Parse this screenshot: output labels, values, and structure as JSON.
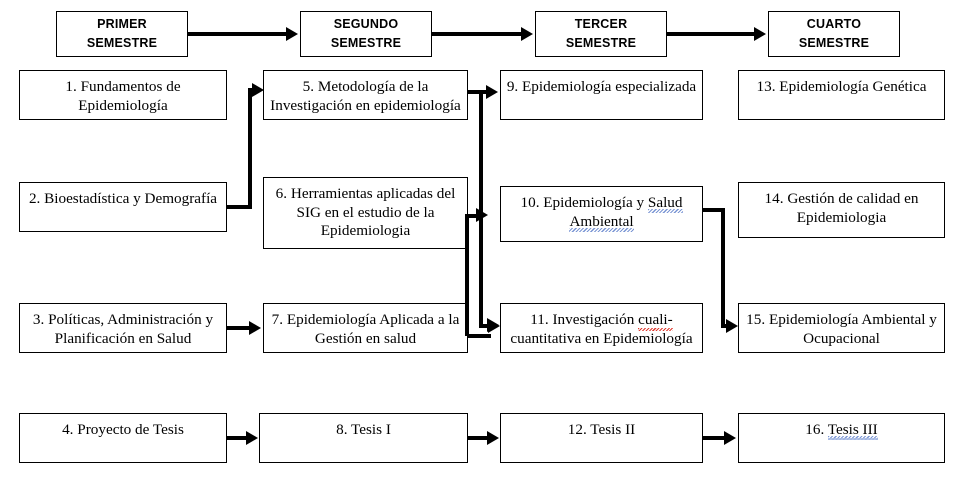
{
  "diagram": {
    "title_semesters": [
      "PRIMER SEMESTRE",
      "SEGUNDO SEMESTRE",
      "TERCER SEMESTRE",
      "CUARTO SEMESTRE"
    ],
    "headers": [
      {
        "line1": "PRIMER",
        "line2": "SEMESTRE"
      },
      {
        "line1": "SEGUNDO",
        "line2": "SEMESTRE"
      },
      {
        "line1": "TERCER",
        "line2": "SEMESTRE"
      },
      {
        "line1": "CUARTO",
        "line2": "SEMESTRE"
      }
    ],
    "courses": {
      "c1": "1. Fundamentos de Epidemiología",
      "c2": "2. Bioestadística y Demografía",
      "c3": "3. Políticas, Administración y Planificación en Salud",
      "c4": "4. Proyecto de Tesis",
      "c5": "5. Metodología de la Investigación en epidemiología",
      "c6": "6. Herramientas aplicadas del SIG en el estudio de la Epidemiologia",
      "c7": "7. Epidemiología Aplicada a la Gestión en salud",
      "c8": "8. Tesis I",
      "c9": "9. Epidemiología especializada",
      "c10_prefix": "10. Epidemiología y ",
      "c10_flagged": "Salud Ambiental",
      "c11_prefix": "11. Investigación ",
      "c11_flagged": "cuali-",
      "c11_suffix": "cuantitativa en Epidemiología",
      "c12": "12. Tesis II",
      "c13": "13. Epidemiología Genética",
      "c14": "14. Gestión de calidad en Epidemiologia",
      "c15": "15. Epidemiología Ambiental y Ocupacional",
      "c16_prefix": "16. ",
      "c16_flagged": "Tesis  III"
    },
    "connectors": [
      {
        "name": "header-1-to-2",
        "from": "PRIMER SEMESTRE",
        "to": "SEGUNDO SEMESTRE"
      },
      {
        "name": "header-2-to-3",
        "from": "SEGUNDO SEMESTRE",
        "to": "TERCER SEMESTRE"
      },
      {
        "name": "header-3-to-4",
        "from": "TERCER SEMESTRE",
        "to": "CUARTO SEMESTRE"
      },
      {
        "name": "c2-to-c5",
        "from": "2. Bioestadística y Demografía",
        "to": "5. Metodología de la Investigación en epidemiología"
      },
      {
        "name": "c3-to-c7",
        "from": "3. Políticas, Administración y Planificación en Salud",
        "to": "7. Epidemiología Aplicada a la Gestión en salud"
      },
      {
        "name": "c5-to-c9",
        "from": "5. Metodología de la Investigación en epidemiología",
        "to": "9. Epidemiología especializada"
      },
      {
        "name": "c5-to-c11",
        "from": "5. Metodología de la Investigación en epidemiología",
        "to": "11. Investigación cuali-cuantitativa en Epidemiología"
      },
      {
        "name": "c7-to-c10",
        "from": "7. Epidemiología Aplicada a la Gestión en salud",
        "to": "10. Epidemiología y Salud Ambiental"
      },
      {
        "name": "c7-to-c11",
        "from": "7. Epidemiología Aplicada a la Gestión en salud",
        "to": "11. Investigación cuali-cuantitativa en Epidemiología"
      },
      {
        "name": "c10-to-c15",
        "from": "10. Epidemiología y Salud Ambiental",
        "to": "15. Epidemiología Ambiental y Ocupacional"
      },
      {
        "name": "c4-to-c8",
        "from": "4. Proyecto de Tesis",
        "to": "8. Tesis I"
      },
      {
        "name": "c8-to-c12",
        "from": "8. Tesis I",
        "to": "12. Tesis II"
      },
      {
        "name": "c12-to-c16",
        "from": "12. Tesis II",
        "to": "16. Tesis  III"
      }
    ],
    "spellcheck": {
      "blue_wavy": [
        "Salud Ambiental",
        "Tesis  III"
      ],
      "red_wavy": [
        "cuali-"
      ]
    },
    "colors": {
      "stroke": "#000000",
      "background": "#ffffff",
      "spell_blue": "#7b96d4",
      "spell_red": "#e03a2f"
    }
  }
}
